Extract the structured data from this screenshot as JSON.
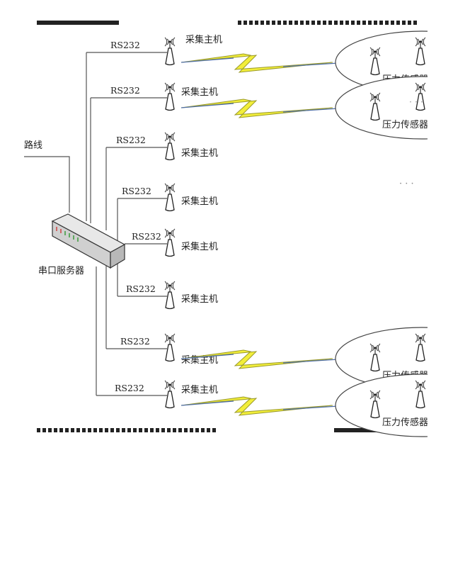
{
  "labels": {
    "rs232": "RS232",
    "host": "采集主机",
    "server": "串口服务器",
    "sensor": "压力传感器",
    "line_fragment": "路线"
  },
  "ellipsis": "· · ·",
  "colors": {
    "lightning_fill": "#f2ee3a",
    "lightning_stroke": "#9a9a2a",
    "lightning_tail": "#4f6fa8",
    "bar_dark": "#222222"
  },
  "rows": [
    {
      "rs232": "RS232",
      "host": "采集主机",
      "wireless": true,
      "sensor": "压力传感器"
    },
    {
      "rs232": "RS232",
      "host": "采集主机",
      "wireless": true,
      "sensor": "压力传感器"
    },
    {
      "rs232": "RS232",
      "host": "采集主机",
      "wireless": false,
      "sensor": ""
    },
    {
      "rs232": "RS232",
      "host": "采集主机",
      "wireless": false,
      "sensor": ""
    },
    {
      "rs232": "RS232",
      "host": "采集主机",
      "wireless": false,
      "sensor": ""
    },
    {
      "rs232": "RS232",
      "host": "采集主机",
      "wireless": false,
      "sensor": ""
    },
    {
      "rs232": "RS232",
      "host": "采集主机",
      "wireless": true,
      "sensor": "压力传感器"
    },
    {
      "rs232": "RS232",
      "host": "采集主机",
      "wireless": true,
      "sensor": "压力传感器"
    }
  ]
}
